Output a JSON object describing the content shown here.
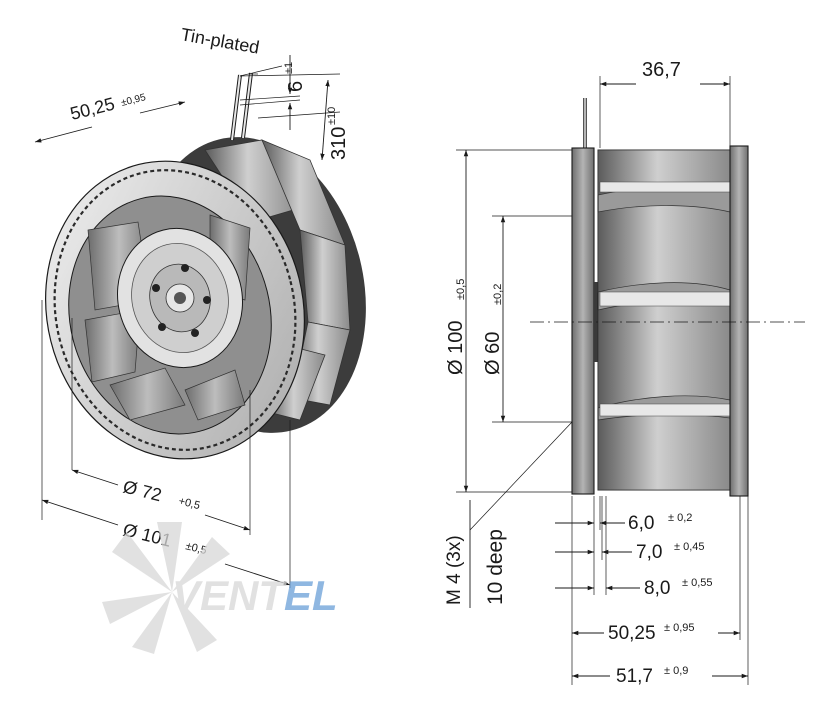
{
  "labels": {
    "tin_plated": "Tin-plated",
    "wire_offset": "6",
    "wire_offset_tol": "±1",
    "wire_length": "310",
    "wire_length_tol": "±10",
    "depth_left": "50,25",
    "depth_left_tol": "±0,95",
    "inlet_dia": "Ø 72",
    "inlet_dia_tol": "+0,5",
    "outer_dia": "Ø 101",
    "outer_dia_tol": "±0,5",
    "width_top": "36,7",
    "dia_100": "Ø 100",
    "dia_100_tol": "±0,5",
    "dia_60": "Ø 60",
    "dia_60_tol": "±0,2",
    "thread": "M 4 (3x)",
    "thread_depth": "10 deep",
    "dim_6": "6,0",
    "dim_6_tol": "± 0,2",
    "dim_7": "7,0",
    "dim_7_tol": "± 0,45",
    "dim_8": "8,0",
    "dim_8_tol": "± 0,55",
    "dim_5025": "50,25",
    "dim_5025_tol": "± 0,95",
    "dim_517": "51,7",
    "dim_517_tol": "± 0,9",
    "watermark": "VENTEL"
  },
  "colors": {
    "line": "#1a1a1a",
    "housing_dark": "#4a4a4a",
    "housing_mid": "#8c8c8c",
    "housing_light": "#c8c8c8",
    "watermark_grey": "#d8d8d8",
    "watermark_blue": "#6a9fd8"
  }
}
